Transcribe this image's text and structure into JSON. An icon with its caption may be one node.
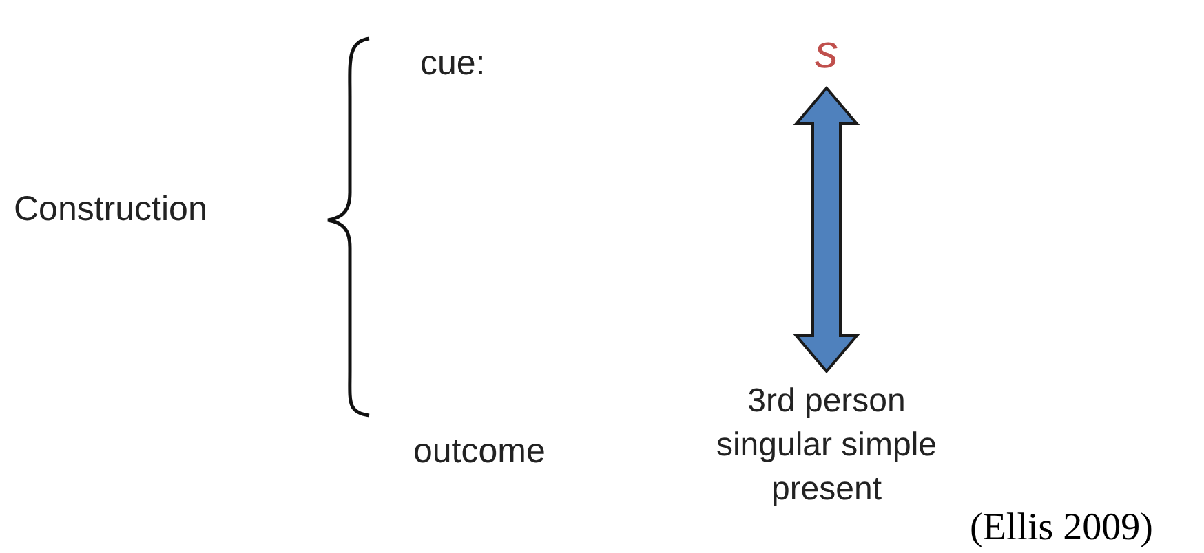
{
  "diagram": {
    "nodes": [
      {
        "text": [
          "s"
        ]
      },
      {
        "text": [
          "3rd person singular simple present"
        ]
      }
    ],
    "edges": [
      {
        "from": 0,
        "to": 1,
        "arrow": "both"
      }
    ],
    "labels": [
      "Construction",
      "cue:",
      "outcome",
      "(Ellis 2009)"
    ]
  }
}
